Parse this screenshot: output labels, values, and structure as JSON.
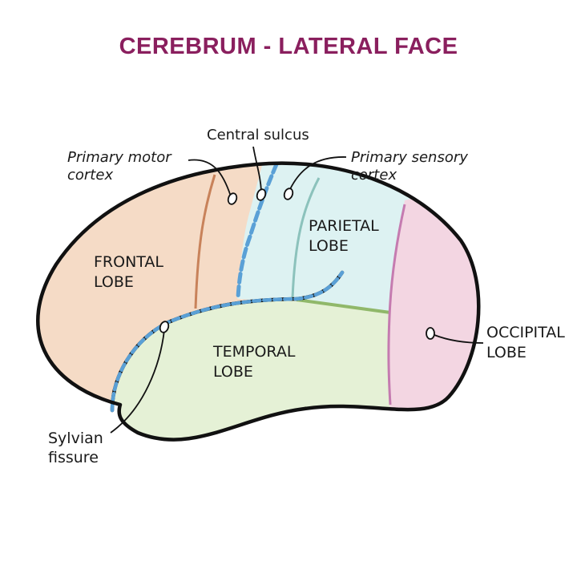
{
  "title": "CEREBRUM - LATERAL FACE",
  "colors": {
    "title": "#8a1f5e",
    "frontal": "#f5dbc6",
    "parietal": "#ddf2f2",
    "temporal": "#e5f1d6",
    "occipital": "#f3d6e2",
    "fissure_dash": "#5aa0d6",
    "motor_line": "#c8825a",
    "sensory_line": "#8cc2bc",
    "parietal_temporal_line": "#90b86a",
    "occipital_line": "#c57bb0",
    "outline": "#111111"
  },
  "labels": {
    "central_sulcus": "Central sulcus",
    "primary_motor": [
      "Primary motor",
      "cortex"
    ],
    "primary_sensory": [
      "Primary sensory",
      "cortex"
    ],
    "frontal": [
      "FRONTAL",
      "LOBE"
    ],
    "parietal": [
      "PARIETAL",
      "LOBE"
    ],
    "temporal": [
      "TEMPORAL",
      "LOBE"
    ],
    "occipital": [
      "OCCIPITAL",
      "LOBE"
    ],
    "sylvian": [
      "Sylvian",
      "fissure"
    ]
  }
}
